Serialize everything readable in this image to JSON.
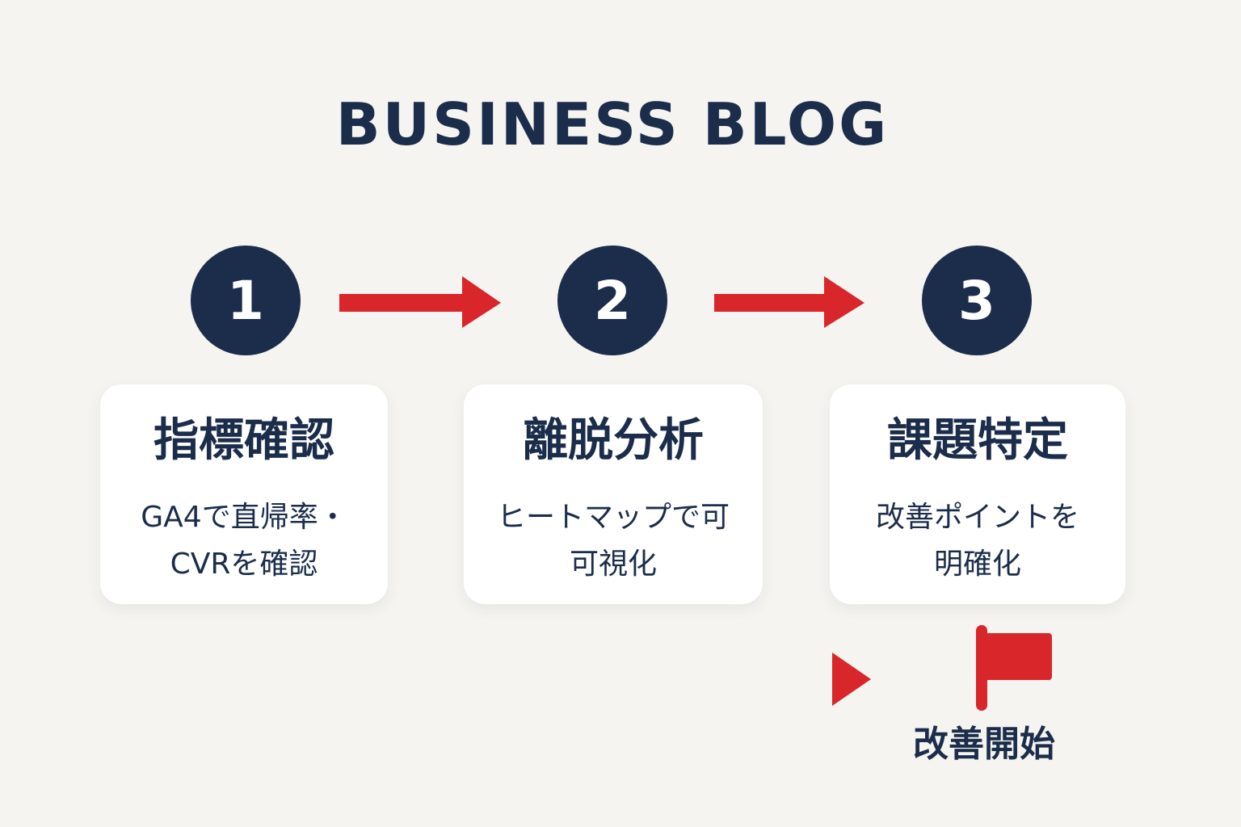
{
  "header": {
    "title": "BUSINESS BLOG"
  },
  "steps": [
    {
      "number": "1",
      "title": "指標確認",
      "desc_lines": [
        "GA4で直帰率・",
        "CVRを確認"
      ]
    },
    {
      "number": "2",
      "title": "離脱分析",
      "desc_lines": [
        "ヒートマップで可",
        "可視化"
      ]
    },
    {
      "number": "3",
      "title": "課題特定",
      "desc_lines": [
        "改善ポイントを",
        "明確化"
      ]
    }
  ],
  "finish": {
    "label": "改善開始"
  },
  "colors": {
    "background": "#f5f4f0",
    "navy": "#1b2d4b",
    "accent_red": "#d9262a",
    "card": "#ffffff"
  },
  "icons": [
    "arrow-right-icon",
    "play-triangle-icon",
    "flag-icon"
  ]
}
